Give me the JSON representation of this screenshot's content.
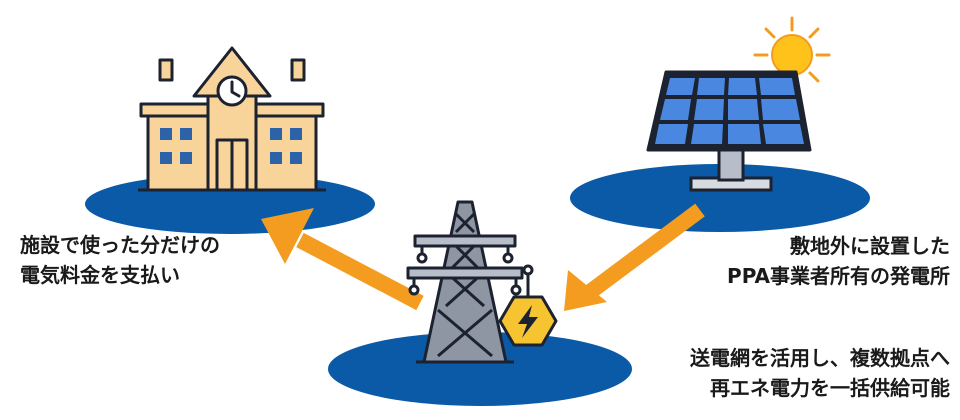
{
  "captions": {
    "facility": [
      "施設で使った分だけの",
      "電気料金を支払い"
    ],
    "ppa": [
      "敷地外に設置した",
      "PPA事業者所有の発電所"
    ],
    "grid": [
      "送電網を活用し、複数拠点へ",
      "再エネ電力を一括供給可能"
    ]
  },
  "colors": {
    "platform_blue": "#0a5aa7",
    "arrow_orange": "#f39c1f",
    "outline": "#1c2230",
    "building_fill": "#f9d49a",
    "window_blue": "#2b62a8",
    "panel_blue": "#4a87e0",
    "sun_yellow": "#ffc21a",
    "tower_gray": "#8e96a3",
    "hazard_yellow": "#f6c431"
  },
  "icons": {
    "facility": "school-building-icon",
    "solar": "solar-panel-icon",
    "sun": "sun-icon",
    "tower": "transmission-tower-icon",
    "hazard": "lightning-bolt-icon"
  }
}
